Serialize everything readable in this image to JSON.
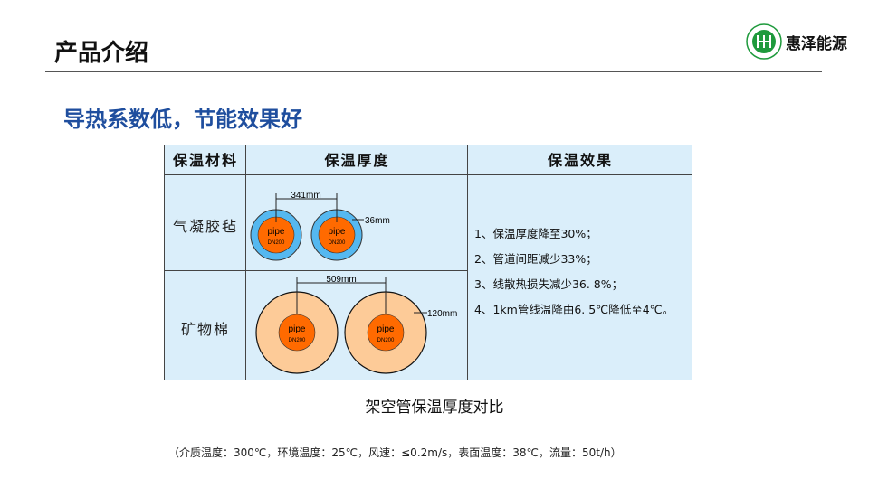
{
  "header": {
    "title": "产品介绍",
    "brand": "惠泽能源"
  },
  "subtitle": "导热系数低，节能效果好",
  "table": {
    "headers": [
      "保温材料",
      "保温厚度",
      "保温效果"
    ],
    "rows": [
      {
        "material": "气凝胶毡",
        "spacing": "341mm",
        "thickness": "36mm",
        "pipe_label": "pipe",
        "pipe_size": "DN200"
      },
      {
        "material": "矿物棉",
        "spacing": "509mm",
        "thickness": "120mm",
        "pipe_label": "pipe",
        "pipe_size": "DN200"
      }
    ],
    "effects": [
      "1、保温厚度降至30%；",
      "2、管道间距减少33%；",
      "3、线散热损失减少36. 8%；",
      "4、1km管线温降由6. 5℃降低至4℃。"
    ]
  },
  "caption": "架空管保温厚度对比",
  "note": "（介质温度：300℃，环境温度：25℃，风速：≤0.2m/s，表面温度：38℃，流量：50t/h）",
  "colors": {
    "aerogel": "#55b8f0",
    "mineral_wool": "#fdcb98",
    "pipe": "#ff6a00",
    "accent": "#1f4e9e",
    "logo": "#1e9a3c"
  }
}
